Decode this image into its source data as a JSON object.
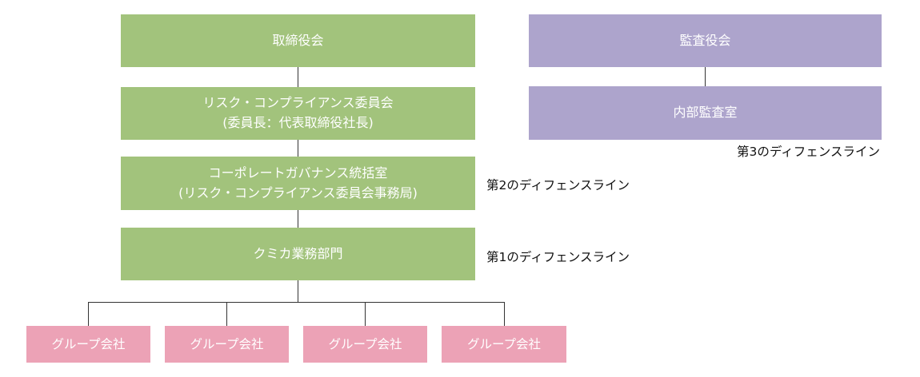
{
  "colors": {
    "green": "#a2c37c",
    "purple": "#ada4cc",
    "pink": "#eca2b6",
    "line": "#333333"
  },
  "nodes": {
    "board": "取締役会",
    "risk_committee": {
      "line1": "リスク・コンプライアンス委員会",
      "line2": "(委員長：代表取締役社長)"
    },
    "governance_office": {
      "line1": "コーポレートガバナンス統括室",
      "line2": "(リスク・コンプライアンス委員会事務局)"
    },
    "business_dept": "クミカ業務部門",
    "audit_board": "監査役会",
    "internal_audit": "内部監査室",
    "group_companies": [
      "グループ会社",
      "グループ会社",
      "グループ会社",
      "グループ会社"
    ]
  },
  "labels": {
    "line3": "第3のディフェンスライン",
    "line2": "第2のディフェンスライン",
    "line1": "第1のディフェンスライン"
  }
}
